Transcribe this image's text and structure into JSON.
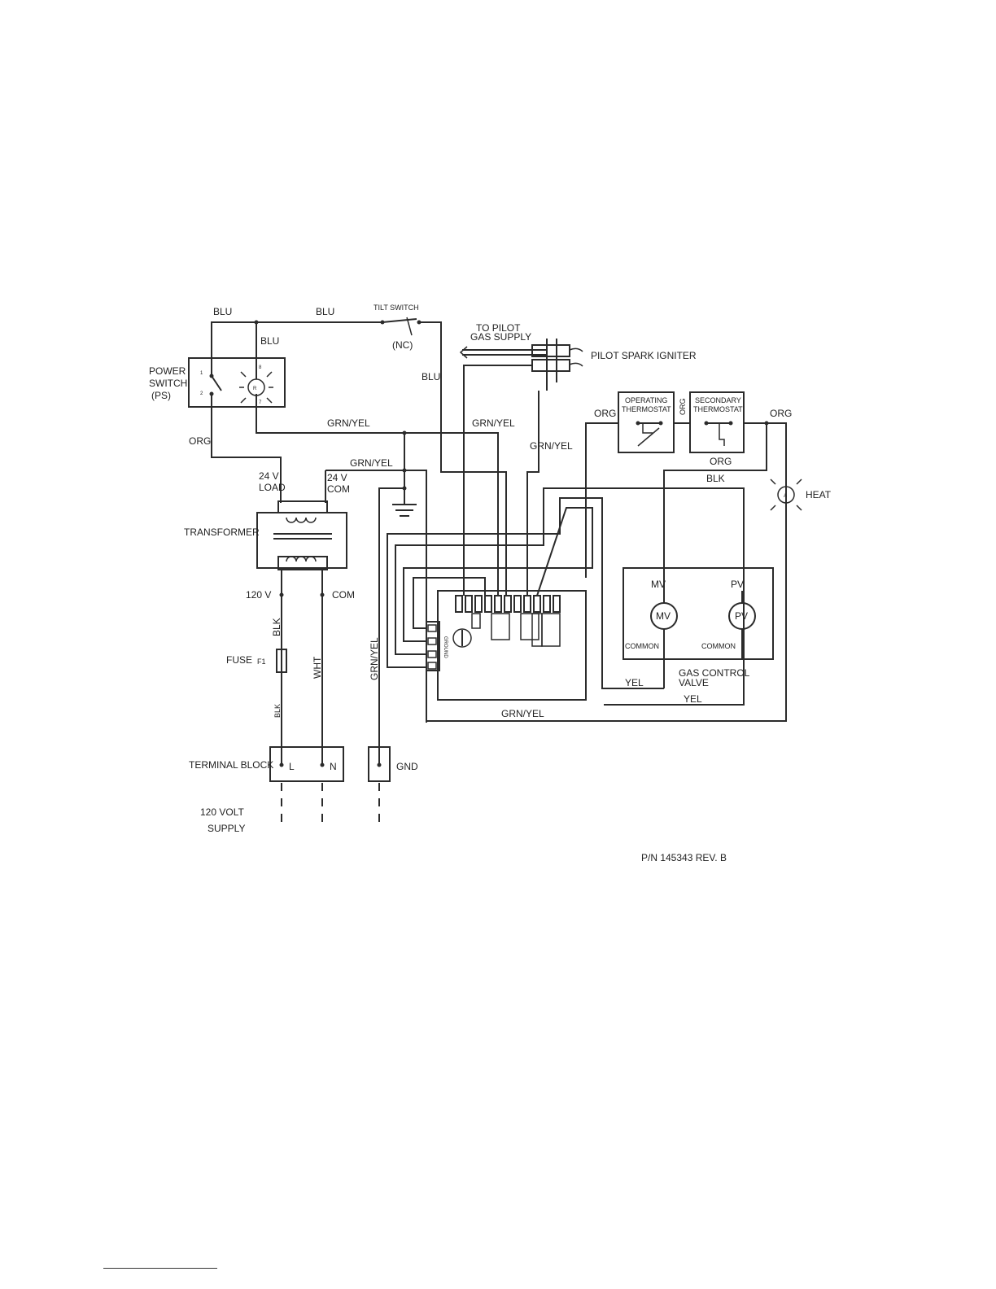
{
  "labels": {
    "blu_top_left": "BLU",
    "blu_top_mid": "BLU",
    "blu_switch": "BLU",
    "blu_vertical": "BLU",
    "tilt_switch": "TILT SWITCH",
    "tilt_nc": "(NC)",
    "to_pilot_1": "TO PILOT",
    "to_pilot_2": "GAS SUPPLY",
    "pilot_spark_igniter": "PILOT SPARK IGNITER",
    "power_switch_1": "POWER",
    "power_switch_2": "SWITCH",
    "power_switch_3": "(PS)",
    "ps_pin_1": "1",
    "ps_pin_2": "2",
    "ps_pin_8": "8",
    "ps_pin_7": "7",
    "ps_lamp": "R",
    "grn_yel_1": "GRN/YEL",
    "grn_yel_2": "GRN/YEL",
    "grn_yel_3": "GRN/YEL",
    "grn_yel_4": "GRN/YEL",
    "grn_yel_bottom": "GRN/YEL",
    "grn_yel_vertical": "GRN/YEL",
    "org_left": "ORG",
    "org_op": "ORG",
    "org_vertical": "ORG",
    "org_right": "ORG",
    "org_mid": "ORG",
    "blk_top": "BLK",
    "operating_thermostat_1": "OPERATING",
    "operating_thermostat_2": "THERMOSTAT",
    "secondary_thermostat_1": "SECONDARY",
    "secondary_thermostat_2": "THERMOSTAT",
    "heat_lamp": "A",
    "heat": "HEAT",
    "load_24v_1": "24 V",
    "load_24v_2": "LOAD",
    "com_24v_1": "24 V",
    "com_24v_2": "COM",
    "transformer": "TRANSFORMER",
    "v120": "120 V",
    "com": "COM",
    "blk_vertical_1": "BLK",
    "blk_vertical_2": "BLK",
    "wht_vertical": "WHT",
    "fuse": "FUSE",
    "fuse_id": "F1",
    "terminal_block": "TERMINAL BLOCK",
    "terminal_l": "L",
    "terminal_n": "N",
    "gnd": "GND",
    "supply_1": "120 VOLT",
    "supply_2": "SUPPLY",
    "mv_label": "MV",
    "mv_circle": "MV",
    "pv_label": "PV",
    "pv_circle": "PV",
    "common_left": "COMMON",
    "common_right": "COMMON",
    "gas_control_1": "GAS CONTROL",
    "gas_control_2": "VALVE",
    "yel_1": "YEL",
    "yel_2": "YEL",
    "ground_board": "GROUND",
    "part_number": "P/N 145343 REV. B"
  }
}
